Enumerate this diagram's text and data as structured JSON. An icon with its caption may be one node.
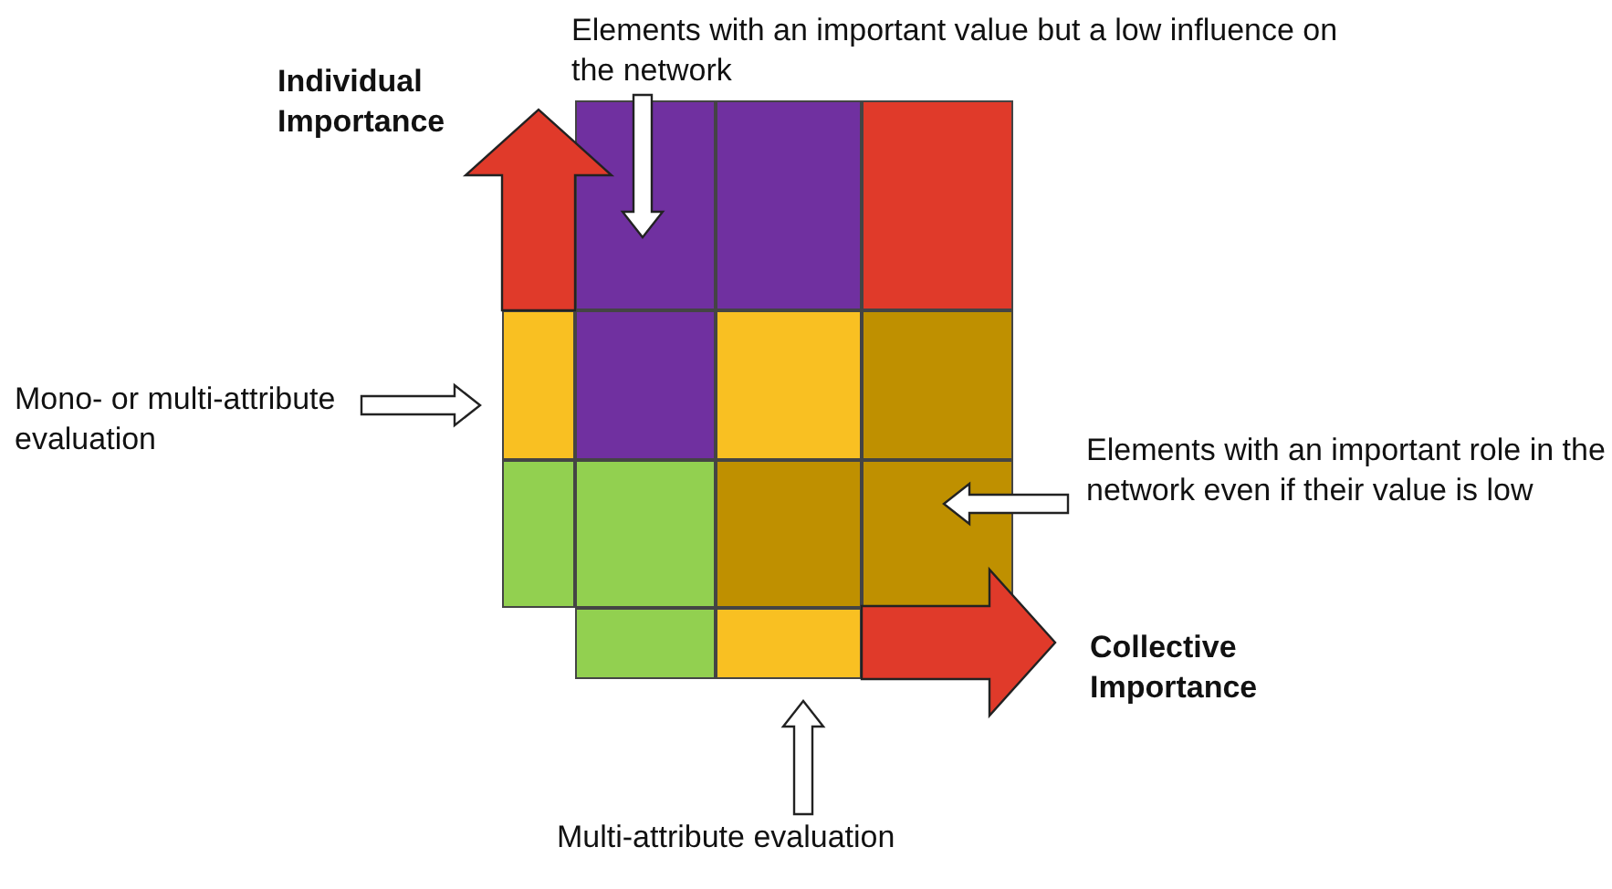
{
  "diagram": {
    "nodes": [
      {
        "text": [
          "Elements with an important value but a low influence on the network"
        ]
      },
      {
        "text": [],
        "shape": "box"
      },
      {
        "text": [
          "Mono- or multi-attribute evaluation"
        ]
      },
      {
        "text": [],
        "shape": "box"
      },
      {
        "text": [
          "Elements with an important role in the network even if their value is low"
        ]
      },
      {
        "text": [],
        "shape": "box"
      },
      {
        "text": [
          "Multi-attribute evaluation"
        ]
      },
      {
        "text": [],
        "shape": "box"
      },
      {
        "text": [
          "Individual Importance"
        ]
      },
      {
        "text": [
          "Collective Importance"
        ]
      }
    ],
    "edges": [
      {
        "from": 0,
        "to": 1,
        "arrow": "to"
      },
      {
        "from": 2,
        "to": 3,
        "arrow": "to"
      },
      {
        "from": 4,
        "to": 5,
        "arrow": "to"
      },
      {
        "from": 6,
        "to": 7,
        "arrow": "to"
      },
      {
        "from": null,
        "to": 8,
        "arrow": "to",
        "style": "thick",
        "color": "#e03a2a"
      },
      {
        "from": null,
        "to": 9,
        "arrow": "to",
        "style": "thick",
        "color": "#e03a2a"
      }
    ]
  }
}
